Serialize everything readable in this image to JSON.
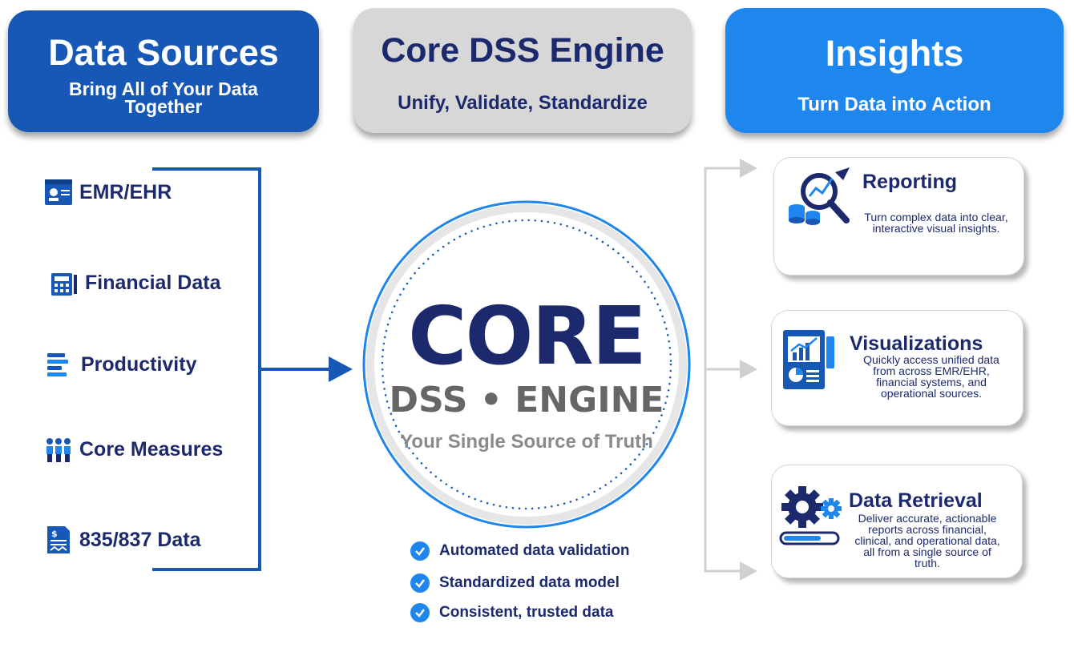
{
  "headers": {
    "sources": {
      "title": "Data Sources",
      "subtitle": "Bring All of Your Data Together"
    },
    "core": {
      "title": "Core DSS Engine",
      "subtitle": "Unify, Validate, Standardize"
    },
    "insights": {
      "title": "Insights",
      "subtitle": "Turn Data into Action"
    }
  },
  "sources": [
    {
      "label": "EMR/EHR",
      "icon": "ehr-record-icon"
    },
    {
      "label": "Financial Data",
      "icon": "calculator-icon"
    },
    {
      "label": "Productivity",
      "icon": "productivity-bars-icon"
    },
    {
      "label": "Core Measures",
      "icon": "people-group-icon"
    },
    {
      "label": "835/837 Data",
      "icon": "invoice-icon"
    }
  ],
  "engine": {
    "logo_main": "CORE",
    "logo_sub": "DSS • ENGINE",
    "tagline": "Your Single Source of Truth",
    "checks": [
      "Automated data validation",
      "Standardized data model",
      "Consistent, trusted data"
    ]
  },
  "insights": [
    {
      "title": "Reporting",
      "desc": "Turn complex data into clear, interactive visual insights.",
      "icon": "analytics-magnifier-icon"
    },
    {
      "title": "Visualizations",
      "desc": "Quickly access unified data from across EMR/EHR, financial systems, and operational sources.",
      "icon": "dashboard-report-icon"
    },
    {
      "title": "Data Retrieval",
      "desc": "Deliver accurate, actionable reports across financial, clinical, and operational data, all from a single source of truth.",
      "icon": "gears-progress-icon"
    }
  ],
  "colors": {
    "navy": "#1c2a6d",
    "blue": "#1757b6",
    "bright_blue": "#1f86ee",
    "grey": "#d7d7d7",
    "connector_grey": "#d0d0d0"
  }
}
